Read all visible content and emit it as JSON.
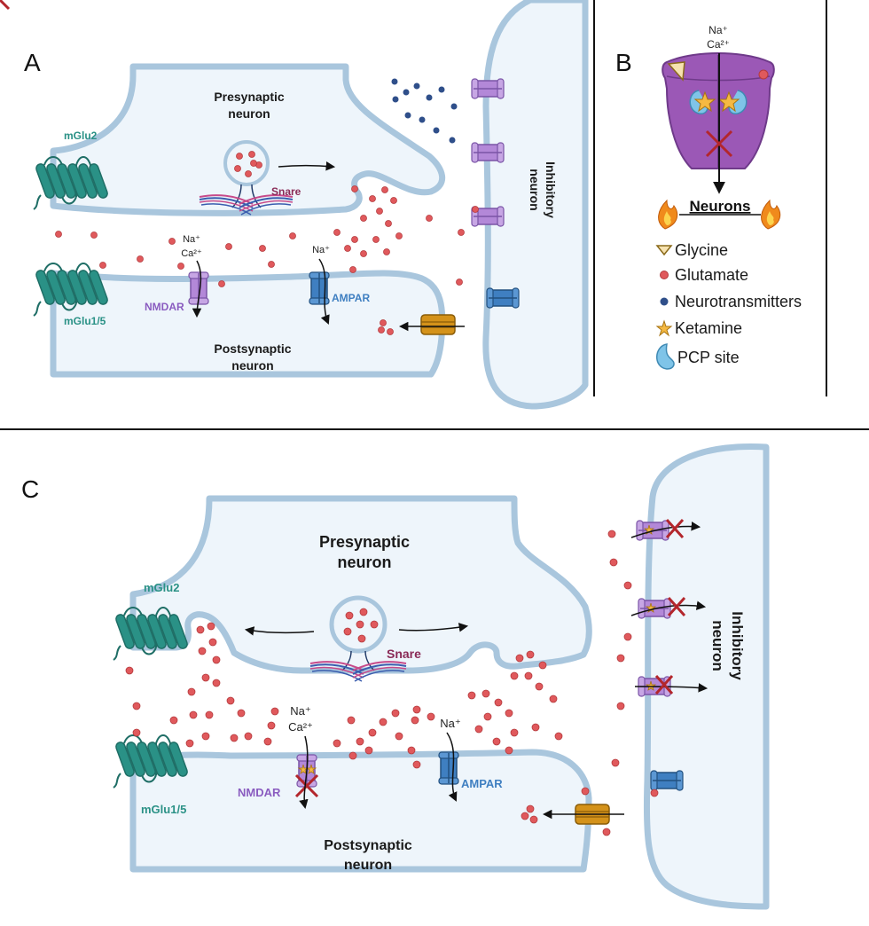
{
  "panels": {
    "A": {
      "letter": "A",
      "presynaptic": [
        "Presynaptic",
        "neuron"
      ],
      "postsynaptic": [
        "Postsynaptic",
        "neuron"
      ],
      "inhibitory": [
        "Inhibitory",
        "neuron"
      ],
      "mglu2": "mGlu2",
      "mglu15": "mGlu1/5",
      "snare": "Snare",
      "nmdar": "NMDAR",
      "ampar": "AMPAR",
      "nmdar_ions": [
        "Na+",
        "Ca2+"
      ],
      "ampar_ions": [
        "Na+"
      ]
    },
    "B": {
      "letter": "B",
      "ions": [
        "Na+",
        "Ca2+"
      ],
      "neurons": "Neurons",
      "legend": [
        {
          "label": "Glycine",
          "icon": "glycine-icon"
        },
        {
          "label": "Glutamate",
          "icon": "glutamate-dot",
          "color": "#e0595c"
        },
        {
          "label": "Neurotransmitters",
          "icon": "neurotransmitter-dot",
          "color": "#2f4f8a"
        },
        {
          "label": "Ketamine",
          "icon": "ketamine-star",
          "color": "#f5b942"
        },
        {
          "label": "PCP site",
          "icon": "pcp-site-icon",
          "color": "#7fc4e8"
        }
      ]
    },
    "C": {
      "letter": "C",
      "presynaptic": [
        "Presynaptic",
        "neuron"
      ],
      "postsynaptic": [
        "Postsynaptic",
        "neuron"
      ],
      "inhibitory": [
        "Inhibitory",
        "neuron"
      ],
      "mglu2": "mGlu2",
      "mglu15": "mGlu1/5",
      "snare": "Snare",
      "nmdar": "NMDAR",
      "ampar": "AMPAR",
      "nmdar_ions": [
        "Na+",
        "Ca2+"
      ],
      "ampar_ions": [
        "Na+"
      ]
    }
  },
  "colors": {
    "membrane": "#a9c6dd",
    "cytoplasm": "#eef5fb",
    "glutamate": "#e0595c",
    "neurotransmitter": "#2f4f8a",
    "nmdar": "#b388d8",
    "ampar": "#3f7fc1",
    "mglu": "#2a9186",
    "transporter": "#d4921a",
    "block": "#b3262c"
  }
}
